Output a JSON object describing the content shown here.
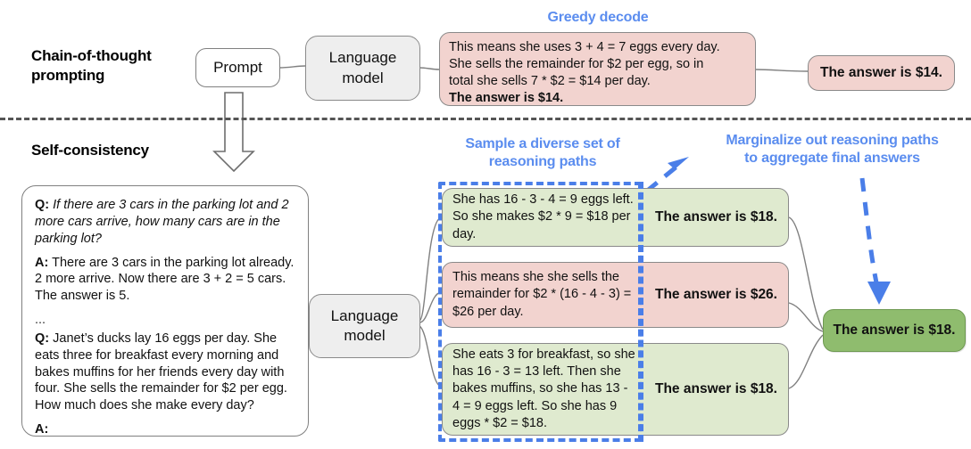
{
  "sections": {
    "cot": {
      "title": "Chain-of-thought\nprompting"
    },
    "sc": {
      "title": "Self-consistency"
    }
  },
  "captions": {
    "greedy_decode": "Greedy decode",
    "sample_paths": "Sample a diverse set of\nreasoning paths",
    "marginalize": "Marginalize out reasoning paths\nto aggregate final answers"
  },
  "colors": {
    "blue_accent": "#5b8def",
    "blue_dash": "#4a7ee8",
    "pink_fill": "#f2d3cf",
    "green_fill": "#dfeacf",
    "green_final": "#8fbc6e",
    "grey_fill": "#eeeeee",
    "box_border": "#808080",
    "divider": "#555555"
  },
  "cot_row": {
    "prompt_box": "Prompt",
    "model_box": "Language\nmodel",
    "output": {
      "line1": "This means she uses 3 + 4 = 7 eggs every day.",
      "line2": "She sells the remainder for $2 per egg, so in",
      "line3": "total she sells 7 * $2 = $14 per day.",
      "answer_line": "The answer is $14."
    },
    "final_answer": "The answer is $14."
  },
  "sc_row": {
    "model_box": "Language\nmodel",
    "prompt_qa": {
      "q1_label": "Q:",
      "q1_text": "If there are 3 cars in the parking lot and 2 more cars arrive, how many cars are in the parking lot?",
      "a1_label": "A:",
      "a1_text": "There are 3 cars in the parking lot already. 2 more arrive. Now there are 3 + 2 = 5 cars. The answer is 5.",
      "ellipsis": "...",
      "q2_label": "Q:",
      "q2_text": "Janet’s ducks lay 16 eggs per day. She eats three for breakfast every morning and bakes muffins for her friends every day with four. She sells the remainder for $2 per egg. How much does she make every day?",
      "a2_label": "A:",
      "a2_text": ""
    },
    "paths": [
      {
        "reasoning": "She has 16 - 3 - 4 = 9 eggs left. So she makes $2 * 9 = $18 per day.",
        "answer": "The answer is $18.",
        "fill": "green"
      },
      {
        "reasoning": "This means she she sells the remainder for $2 * (16 - 4 - 3) = $26 per day.",
        "answer": "The answer is $26.",
        "fill": "pink"
      },
      {
        "reasoning": "She eats 3 for breakfast, so she has 16 - 3 = 13 left. Then she bakes muffins, so she has 13 - 4 = 9 eggs left. So she has 9 eggs * $2 = $18.",
        "answer": "The answer is $18.",
        "fill": "green"
      }
    ],
    "final_answer": "The answer is $18."
  }
}
